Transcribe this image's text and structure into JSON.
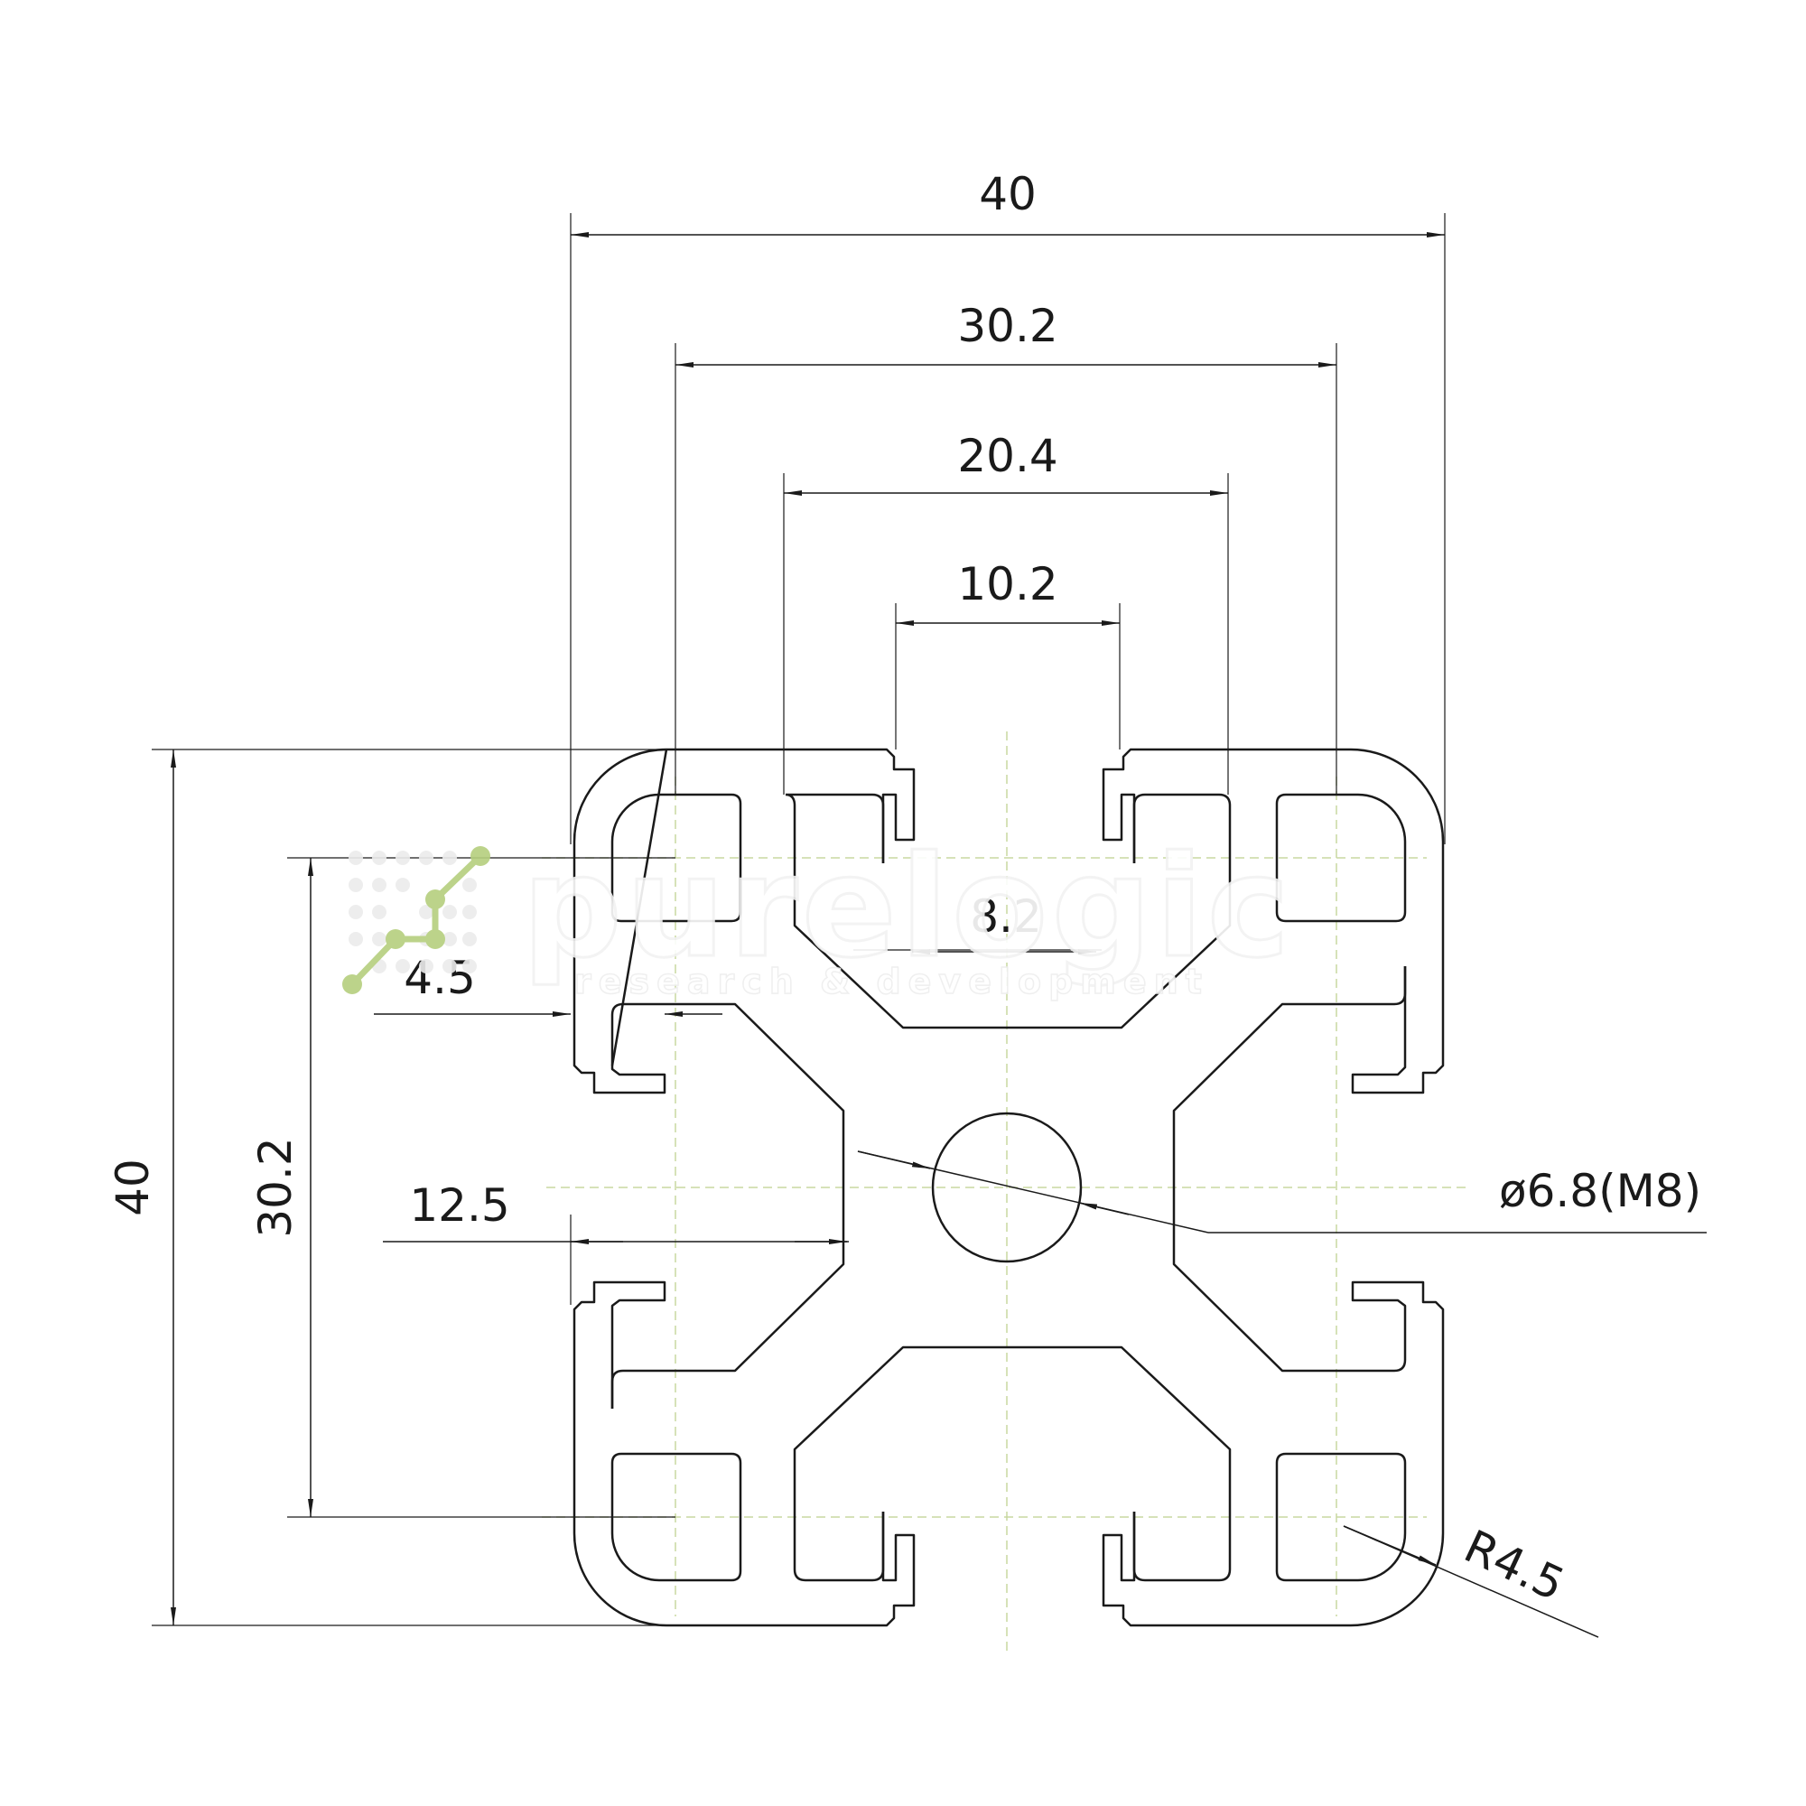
{
  "drawing": {
    "dimensions": {
      "top_width_40": "40",
      "top_width_30_2": "30.2",
      "top_width_20_4": "20.4",
      "top_width_10_2": "10.2",
      "slot_8_2": "8.2",
      "wall_4_5": "4.5",
      "half_12_5": "12.5",
      "hole_diameter": "ø6.8(M8)",
      "corner_radius": "R4.5",
      "left_height_40": "40",
      "left_height_30_2": "30.2"
    }
  },
  "watermark": {
    "brand": "purelogic",
    "tagline": "research & development"
  },
  "colors": {
    "line": "#1a1a1a",
    "centerline": "#c8d8a0",
    "watermark_logo": "#b5cf7e",
    "watermark_text": "#ffffff"
  }
}
